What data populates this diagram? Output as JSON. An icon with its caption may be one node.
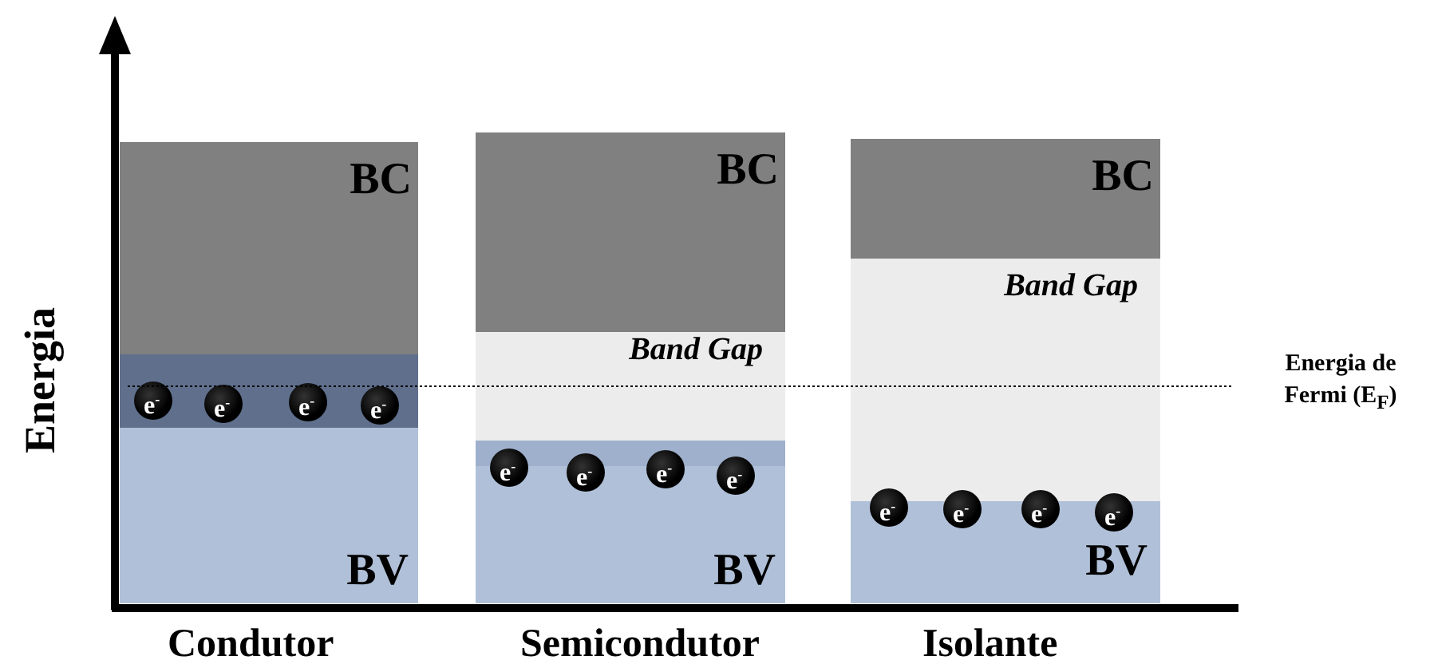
{
  "diagram": {
    "nodes": [
      {
        "text": [
          "BC"
        ]
      },
      {
        "text": [],
        "shape": "box"
      },
      {
        "text": [
          "e$^{-}$"
        ],
        "in": 1
      },
      {
        "text": [
          "e$^{-}$"
        ],
        "in": 1
      },
      {
        "text": [
          "e$^{-}$"
        ],
        "in": 1
      },
      {
        "text": [
          "e$^{-}$"
        ],
        "in": 1
      },
      {
        "text": [
          "BV"
        ]
      },
      {
        "text": [
          "BC"
        ]
      },
      {
        "text": [
          "Band Gap"
        ]
      },
      {
        "text": [
          "e$^{-}$"
        ],
        "in": 13
      },
      {
        "text": [
          "e$^{-}$"
        ],
        "in": 13
      },
      {
        "text": [
          "e$^{-}$"
        ],
        "in": 13
      },
      {
        "text": [
          "e$^{-}$"
        ],
        "in": 13
      },
      {
        "text": [
          "BV"
        ]
      },
      {
        "text": [
          "BC"
        ]
      },
      {
        "text": [
          "Band Gap"
        ]
      },
      {
        "text": [
          "e$^{-}$"
        ]
      },
      {
        "text": [
          "e$^{-}$"
        ]
      },
      {
        "text": [
          "e$^{-}$"
        ]
      },
      {
        "text": [
          "e$^{-}$"
        ]
      },
      {
        "text": [
          "BV"
        ]
      }
    ],
    "edges": [],
    "labels": [
      "Energia",
      "Energia de Fermi (E$_{F}$)",
      "Condutor",
      "Semicondutor",
      "Isolante"
    ]
  }
}
